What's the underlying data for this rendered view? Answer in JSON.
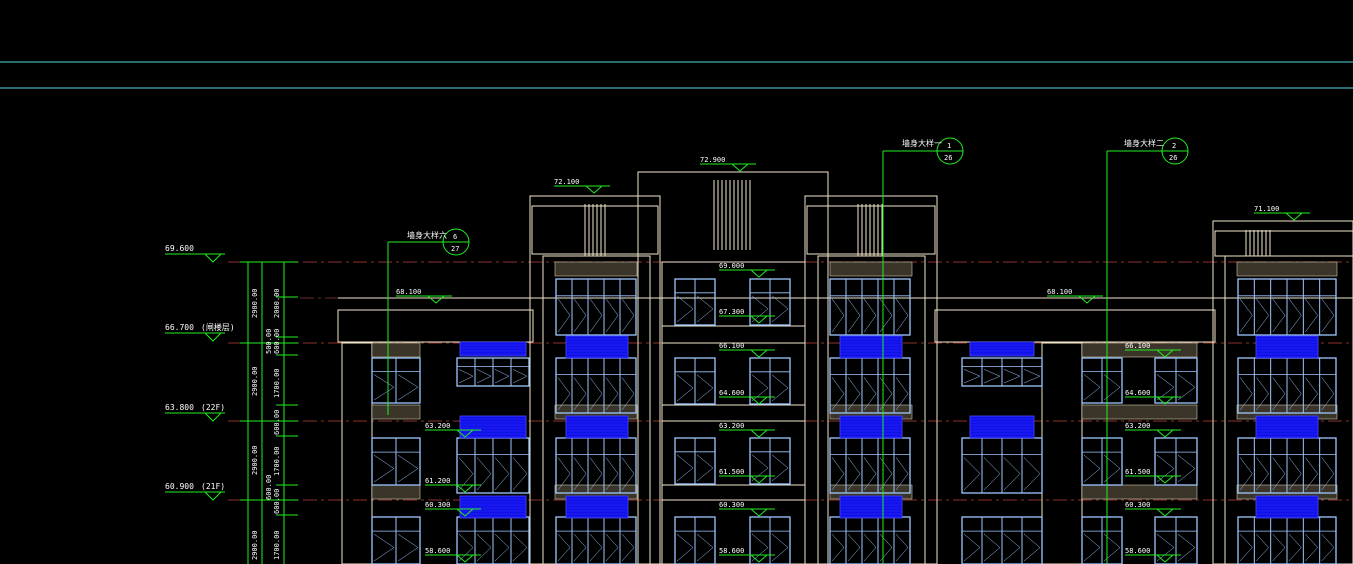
{
  "drawing": {
    "elevation_levels": [
      {
        "id": "lv-69600",
        "text": "69.600"
      },
      {
        "id": "lv-66700",
        "text": "66.700",
        "note": "(闸楼层)"
      },
      {
        "id": "lv-63800",
        "text": "63.800",
        "note": "(22F)"
      },
      {
        "id": "lv-60900",
        "text": "60.900",
        "note": "(21F)"
      }
    ],
    "mark_labels": [
      {
        "id": "mk-72900",
        "text": "72.900"
      },
      {
        "id": "mk-72100",
        "text": "72.100"
      },
      {
        "id": "mk-71100",
        "text": "71.100"
      },
      {
        "id": "mk-69000",
        "text": "69.000"
      },
      {
        "id": "mk-68100a",
        "text": "68.100"
      },
      {
        "id": "mk-68100b",
        "text": "68.100"
      },
      {
        "id": "mk-67300",
        "text": "67.300"
      },
      {
        "id": "mk-66100a",
        "text": "66.100"
      },
      {
        "id": "mk-66100b",
        "text": "66.100"
      },
      {
        "id": "mk-64600a",
        "text": "64.600"
      },
      {
        "id": "mk-64600b",
        "text": "64.600"
      },
      {
        "id": "mk-63200a",
        "text": "63.200"
      },
      {
        "id": "mk-63200b",
        "text": "63.200"
      },
      {
        "id": "mk-63200c",
        "text": "63.200"
      },
      {
        "id": "mk-61500a",
        "text": "61.500"
      },
      {
        "id": "mk-61500b",
        "text": "61.500"
      },
      {
        "id": "mk-61200",
        "text": "61.200"
      },
      {
        "id": "mk-60300a",
        "text": "60.300"
      },
      {
        "id": "mk-60300b",
        "text": "60.300"
      },
      {
        "id": "mk-60300c",
        "text": "60.300"
      },
      {
        "id": "mk-58600a",
        "text": "58.600"
      },
      {
        "id": "mk-58600b",
        "text": "58.600"
      },
      {
        "id": "mk-58600c",
        "text": "58.600"
      }
    ],
    "dimensions": [
      {
        "id": "dm-1",
        "text": "2900.00"
      },
      {
        "id": "dm-2",
        "text": "2900.00"
      },
      {
        "id": "dm-3",
        "text": "2900.00"
      },
      {
        "id": "dm-4",
        "text": "2900.00"
      },
      {
        "id": "dm-5",
        "text": "2000.00"
      },
      {
        "id": "dm-6",
        "text": "500.00"
      },
      {
        "id": "dm-7",
        "text": "600.00"
      },
      {
        "id": "dm-8",
        "text": "1700.00"
      },
      {
        "id": "dm-9",
        "text": "600.00"
      },
      {
        "id": "dm-10",
        "text": "1700.00"
      },
      {
        "id": "dm-11",
        "text": "600.00"
      },
      {
        "id": "dm-12",
        "text": "600.00"
      },
      {
        "id": "dm-13",
        "text": "1700.00"
      }
    ],
    "detail_callouts": [
      {
        "id": "co-1",
        "text": "墙身大样六",
        "num": "6",
        "sheet": "27"
      },
      {
        "id": "co-2",
        "text": "墙身大样一",
        "num": "1",
        "sheet": "26"
      },
      {
        "id": "co-3",
        "text": "墙身大样二",
        "num": "2",
        "sheet": "26"
      }
    ],
    "colors": {
      "background": "#000000",
      "guide_cyan": "#4fd8e0",
      "leader_green": "#22ee22",
      "outline": "#f0e6c8",
      "window_frame": "#9ec8ff",
      "balcony_fill": "#1010e8",
      "level_red": "#c0443c",
      "text": "#ffffff"
    }
  }
}
